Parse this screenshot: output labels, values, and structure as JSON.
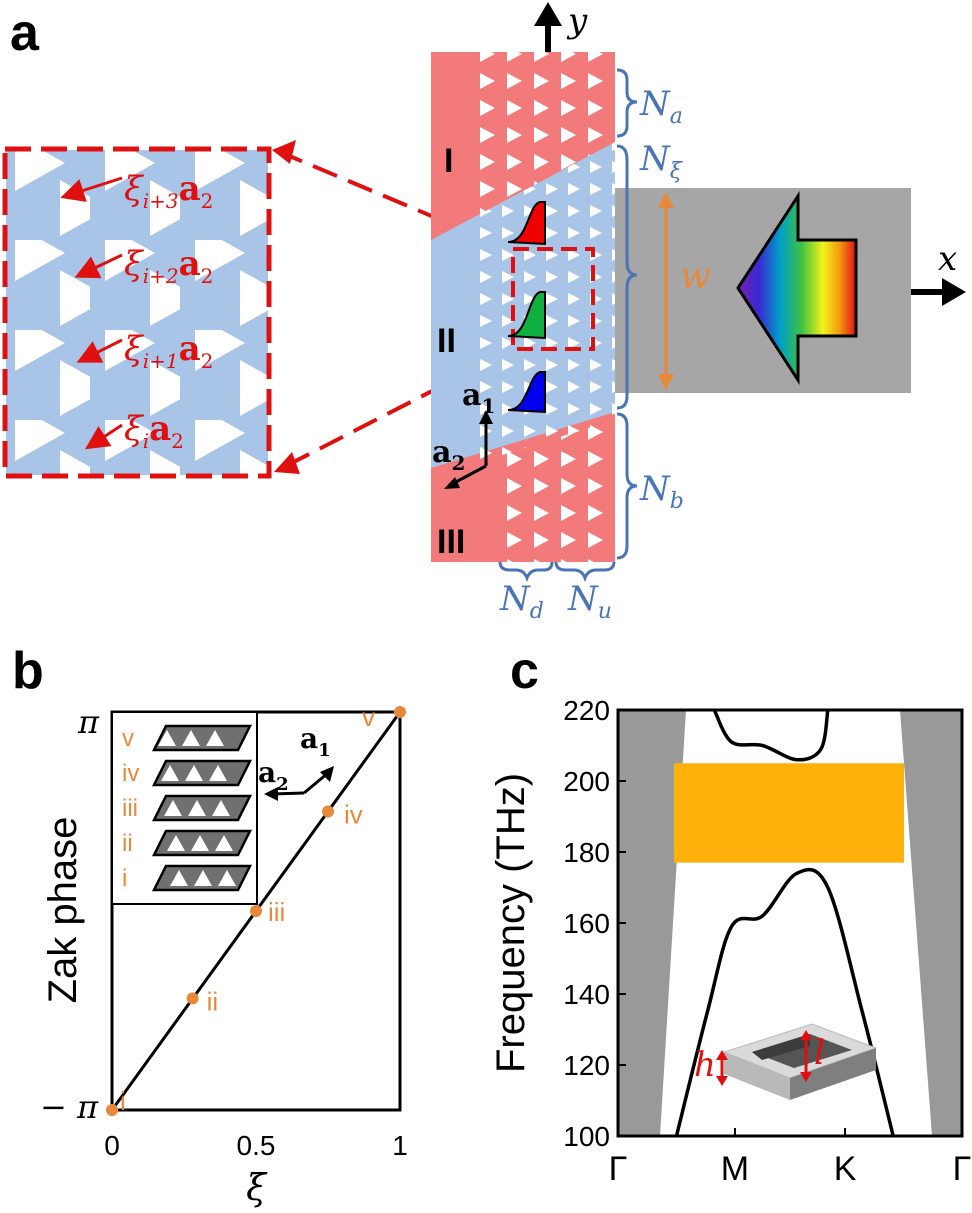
{
  "panel_labels": {
    "a": "a",
    "b": "b",
    "c": "c"
  },
  "colors": {
    "topological_red": "#f27a7a",
    "trivial_blue": "#a8c4e6",
    "waveguide_gray": "#a6a6a6",
    "brace_blue": "#4a74b8",
    "accent_orange": "#e8893a",
    "marker_red": "#e01010",
    "bandgap_orange": "#fdb10a",
    "lightcone_gray": "#999999"
  },
  "panel_a": {
    "axis_y": "y",
    "axis_x": "x",
    "region_I": "I",
    "region_II": "II",
    "region_III": "III",
    "Na": {
      "base": "N",
      "sub": "a"
    },
    "Nxi": {
      "base": "N",
      "sub": "ξ"
    },
    "Nb": {
      "base": "N",
      "sub": "b"
    },
    "Nd": {
      "base": "N",
      "sub": "d"
    },
    "Nu": {
      "base": "N",
      "sub": "u"
    },
    "width_label": "w",
    "a1": {
      "base": "a",
      "sub": "1"
    },
    "a2": {
      "base": "a",
      "sub": "2"
    },
    "zoom_labels": [
      {
        "xi": "ξ",
        "sub": "i+3",
        "vec": "a",
        "vsub": "2"
      },
      {
        "xi": "ξ",
        "sub": "i+2",
        "vec": "a",
        "vsub": "2"
      },
      {
        "xi": "ξ",
        "sub": "i+1",
        "vec": "a",
        "vsub": "2"
      },
      {
        "xi": "ξ",
        "sub": "i",
        "vec": "a",
        "vsub": "2"
      }
    ]
  },
  "panel_b": {
    "ylabel": "Zak phase",
    "xlabel": "ξ",
    "y_tick_top": "π",
    "y_tick_bottom": "− π",
    "x_ticks": [
      "0",
      "0.5",
      "1"
    ],
    "points": [
      "i",
      "ii",
      "iii",
      "iv",
      "v"
    ],
    "inset_labels": [
      "v",
      "iv",
      "iii",
      "ii",
      "i"
    ],
    "a1": {
      "base": "a",
      "sub": "1"
    },
    "a2": {
      "base": "a",
      "sub": "2"
    }
  },
  "chart_data": [
    {
      "type": "line",
      "ylabel": "Zak phase",
      "xlabel": "ξ",
      "xlim": [
        0,
        1
      ],
      "ylim": [
        -3.14159,
        3.14159
      ],
      "x_ticks": [
        "0",
        "0.5",
        "1"
      ],
      "y_ticks": [
        "− π",
        "π"
      ],
      "series": [
        {
          "x": [
            0,
            1
          ],
          "y": [
            -3.14159,
            3.14159
          ]
        }
      ],
      "points": [
        {
          "label": "i",
          "x": 0,
          "y": -3.14159
        },
        {
          "label": "ii",
          "x": 0.28,
          "y": -1.38
        },
        {
          "label": "iii",
          "x": 0.5,
          "y": 0.0
        },
        {
          "label": "iv",
          "x": 0.75,
          "y": 1.57
        },
        {
          "label": "v",
          "x": 1.0,
          "y": 3.14159
        }
      ]
    },
    {
      "type": "line",
      "ylabel": "Frequency (THz)",
      "ylim": [
        100,
        220
      ],
      "y_ticks": [
        "100",
        "120",
        "140",
        "160",
        "180",
        "200",
        "220"
      ],
      "x_ticks": [
        "Γ",
        "M",
        "K",
        "Γ"
      ],
      "bandgap": [
        177,
        205
      ],
      "series": [
        {
          "k": [
            0.17,
            0.26,
            0.33,
            0.42,
            0.52,
            0.61,
            0.71,
            0.8
          ],
          "frequency": [
            100,
            135,
            159,
            162,
            174,
            170,
            135,
            100
          ]
        },
        {
          "k": [
            0.28,
            0.33,
            0.42,
            0.52,
            0.59,
            0.61
          ],
          "frequency": [
            220,
            211,
            210,
            206,
            209,
            220
          ]
        }
      ],
      "inset_labels": {
        "h": "h",
        "l": "l"
      }
    }
  ]
}
